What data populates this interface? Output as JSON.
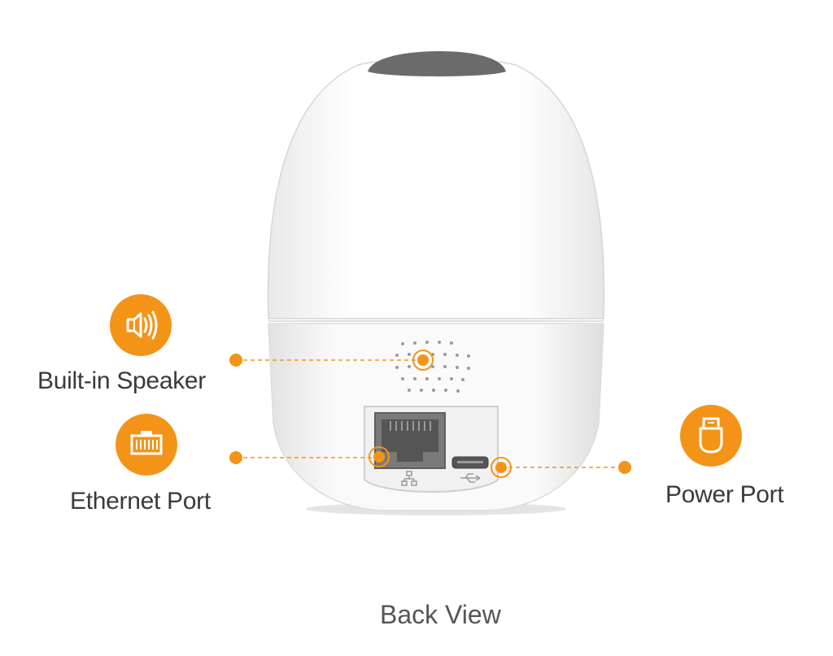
{
  "callouts": {
    "speaker": {
      "label": "Built-in Speaker",
      "icon": "speaker-icon"
    },
    "ethernet": {
      "label": "Ethernet Port",
      "icon": "ethernet-icon"
    },
    "power": {
      "label": "Power Port",
      "icon": "usb-plug-icon"
    }
  },
  "caption": "Back View",
  "colors": {
    "accent": "#f39418",
    "camera_body": "#ffffff",
    "lens": "#6b6b6b",
    "text": "#3a3a3a"
  }
}
